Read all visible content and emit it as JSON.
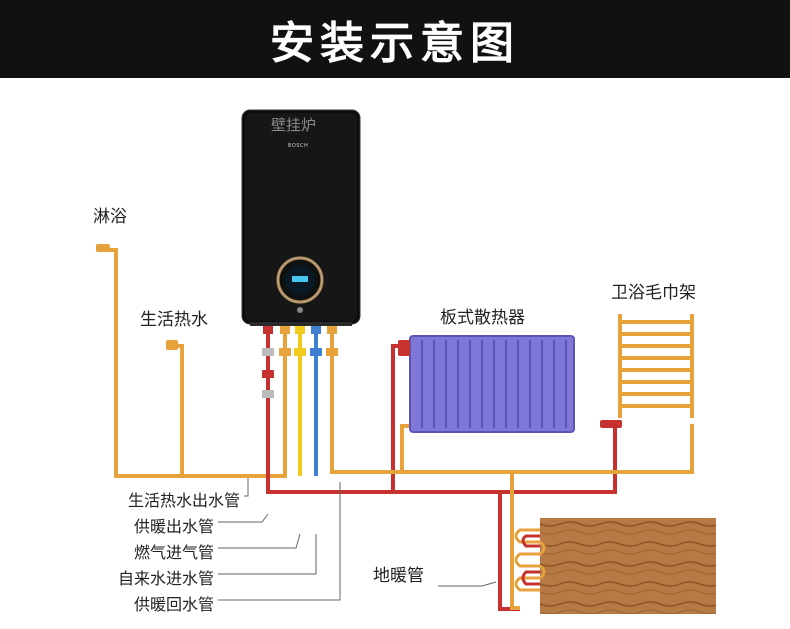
{
  "header": {
    "title": "安装示意图"
  },
  "boiler": {
    "label": "壁挂炉",
    "brand": "BOSCH"
  },
  "fixtures": {
    "shower": "淋浴",
    "hot_water_tap": "生活热水",
    "panel_radiator": "板式散热器",
    "towel_rack": "卫浴毛巾架",
    "floor_heating": "地暖管"
  },
  "pipes": [
    "生活热水出水管",
    "供暖出水管",
    "燃气进气管",
    "自来水进水管",
    "供暖回水管"
  ],
  "colors": {
    "header_bg": "#111111",
    "hot_water_pipe": "#e8a23c",
    "heating_pipe": "#c8322e",
    "gas_pipe": "#f2cc1a",
    "cold_water_pipe": "#3f7fd1",
    "radiator": "#7f78d8"
  }
}
